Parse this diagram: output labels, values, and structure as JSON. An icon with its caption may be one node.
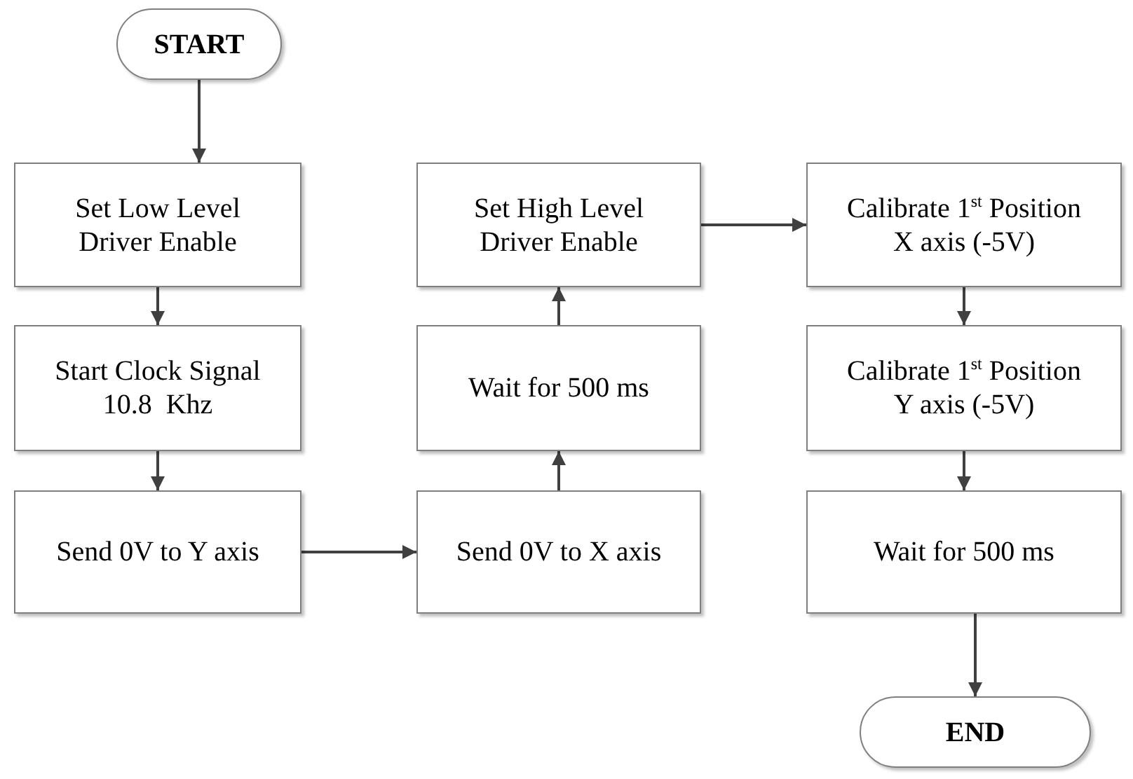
{
  "diagram": {
    "nodes": [
      {
        "text": [
          "START"
        ]
      },
      {
        "text": [
          "Set Low Level Driver Enable"
        ]
      },
      {
        "text": [
          "Start Clock Signal 10.8  Khz"
        ]
      },
      {
        "text": [
          "Send 0V to Y axis"
        ]
      },
      {
        "text": [
          "Send 0V to X axis"
        ]
      },
      {
        "text": [
          "Wait for 500 ms"
        ]
      },
      {
        "text": [
          "Set High Level Driver Enable"
        ]
      },
      {
        "text": [
          "Calibrate 1$^{st}$ Position X axis (-5V)"
        ]
      },
      {
        "text": [
          "Calibrate 1$^{st}$ Position Y axis (-5V)"
        ]
      },
      {
        "text": [
          "Wait for 500 ms"
        ]
      },
      {
        "text": [
          "END"
        ]
      }
    ],
    "edges": [
      {
        "from": 0,
        "to": 1,
        "arrow": "to"
      },
      {
        "from": 1,
        "to": 2,
        "arrow": "to"
      },
      {
        "from": 2,
        "to": 3,
        "arrow": "to"
      },
      {
        "from": 3,
        "to": 4,
        "arrow": "to"
      },
      {
        "from": 4,
        "to": 5,
        "arrow": "to"
      },
      {
        "from": 5,
        "to": 6,
        "arrow": "to"
      },
      {
        "from": 6,
        "to": 7,
        "arrow": "to"
      },
      {
        "from": 7,
        "to": 8,
        "arrow": "to"
      },
      {
        "from": 8,
        "to": 9,
        "arrow": "to"
      },
      {
        "from": 9,
        "to": 10,
        "arrow": "to"
      }
    ]
  }
}
